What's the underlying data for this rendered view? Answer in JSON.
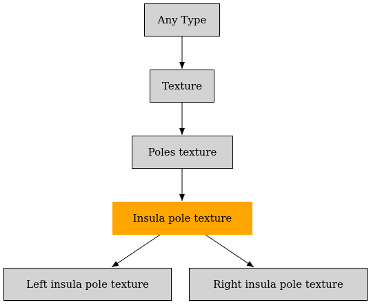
{
  "nodes": {
    "any_type": "Any Type",
    "texture": "Texture",
    "poles_texture": "Poles texture",
    "insula_pole_texture": "Insula pole texture",
    "left_insula_pole_texture": "Left insula pole texture",
    "right_insula_pole_texture": "Right insula pole texture"
  },
  "edges": [
    [
      "any_type",
      "texture"
    ],
    [
      "texture",
      "poles_texture"
    ],
    [
      "poles_texture",
      "insula_pole_texture"
    ],
    [
      "insula_pole_texture",
      "left_insula_pole_texture"
    ],
    [
      "insula_pole_texture",
      "right_insula_pole_texture"
    ]
  ],
  "colors": {
    "node_fill": "#d3d3d3",
    "highlight_fill": "#ffa500",
    "stroke": "#000000"
  }
}
